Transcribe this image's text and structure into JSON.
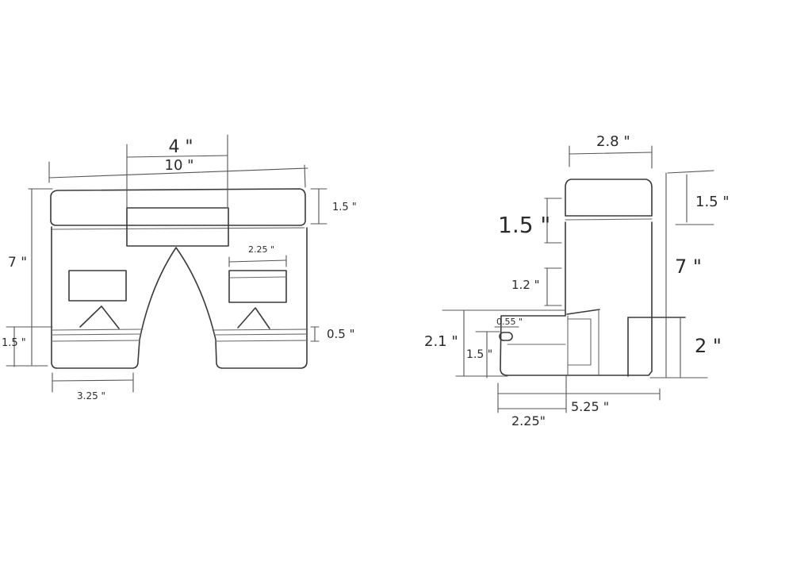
{
  "front_view": {
    "top_inner_width": "4 \"",
    "overall_width": "10 \"",
    "height": "7 \"",
    "top_band": "1.5 \"",
    "window_width": "2.25 \"",
    "base_band": "1.5 \"",
    "strip": "0.5 \"",
    "leg_width": "3.25 \""
  },
  "side_view": {
    "top_width": "2.8 \"",
    "top_band": "1.5 \"",
    "upper_notch": "1.5 \"",
    "mid_notch": "1.2 \"",
    "height": "7 \"",
    "foot_height": "2 \"",
    "base_height": "2.1 \"",
    "slot_width": "0.55 \"",
    "slot_height": "1.5 \"",
    "overall_depth": "5.25 \"",
    "front_depth": "2.25\""
  }
}
